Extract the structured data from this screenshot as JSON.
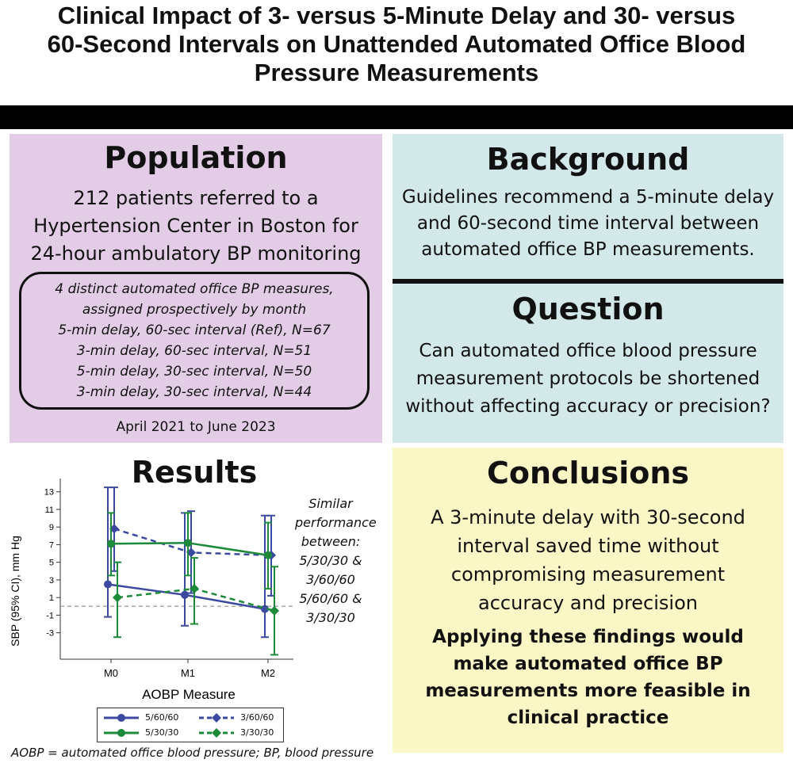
{
  "title": {
    "line1": "Clinical Impact of 3- versus 5-Minute Delay and 30- versus",
    "line2": "60-Second Intervals on Unattended Automated Office Blood",
    "line3": "Pressure Measurements"
  },
  "population": {
    "heading": "Population",
    "lines": [
      "212 patients referred to a",
      "Hypertension Center in Boston for",
      "24-hour ambulatory BP monitoring"
    ],
    "box_lines": [
      "4 distinct automated office BP measures,",
      "assigned prospectively by month",
      "5-min delay, 60-sec interval (Ref), N=67",
      "3-min delay, 60-sec interval, N=51",
      "5-min delay, 30-sec interval, N=50",
      "3-min delay, 30-sec interval, N=44"
    ],
    "dates": "April 2021 to June 2023"
  },
  "background": {
    "heading": "Background",
    "lines": [
      "Guidelines recommend a 5-minute delay",
      "and 60-second time interval between",
      "automated office BP measurements."
    ]
  },
  "question": {
    "heading": "Question",
    "lines": [
      "Can automated office blood pressure",
      "measurement protocols be shortened",
      "without affecting accuracy or precision?"
    ]
  },
  "conclusions": {
    "heading": "Conclusions",
    "lines": [
      "A 3-minute delay with 30-second",
      "interval saved time without",
      "compromising measurement",
      "accuracy and precision"
    ],
    "bold_lines": [
      "Applying these findings would",
      "make automated office BP",
      "measurements more feasible in",
      "clinical practice"
    ]
  },
  "results": {
    "heading": "Results",
    "similar": [
      "Similar",
      "performance",
      "between:",
      "",
      "5/30/30 &",
      "3/60/60",
      "",
      "5/60/60 &",
      "3/30/30"
    ]
  },
  "footnote": "AOBP = automated office blood pressure; BP, blood pressure",
  "chart_data": {
    "type": "line",
    "xlabel": "AOBP Measure",
    "ylabel": "SBP (95% CI), mm Hg",
    "categories": [
      "M0",
      "M1",
      "M2"
    ],
    "y_ticks": [
      13,
      11,
      9,
      7,
      5,
      3,
      1,
      -1,
      -3
    ],
    "ylim": [
      -6,
      14.5
    ],
    "reference_line": 0,
    "legend_placement": "bottom",
    "series": [
      {
        "name": "5/60/60",
        "color": "#3b4aa0",
        "dash": false,
        "marker": "circle",
        "values": [
          2.5,
          1.3,
          -0.3
        ],
        "lower": [
          -1.2,
          -2.2,
          -3.5
        ],
        "upper": [
          13.5,
          10.6,
          10.3
        ]
      },
      {
        "name": "3/60/60",
        "color": "#3b4aa0",
        "dash": true,
        "marker": "diamond",
        "values": [
          8.8,
          6.1,
          5.8
        ],
        "lower": [
          4.0,
          1.5,
          1.2
        ],
        "upper": [
          13.5,
          10.8,
          10.3
        ]
      },
      {
        "name": "5/30/30",
        "color": "#1d8a3a",
        "dash": false,
        "marker": "circle",
        "values": [
          7.1,
          7.2,
          5.8
        ],
        "lower": [
          3.5,
          3.5,
          2.0
        ],
        "upper": [
          10.6,
          10.6,
          9.5
        ]
      },
      {
        "name": "3/30/30",
        "color": "#1d8a3a",
        "dash": true,
        "marker": "diamond",
        "values": [
          1.0,
          2.0,
          -0.5
        ],
        "lower": [
          -3.5,
          -2.0,
          -5.5
        ],
        "upper": [
          5.0,
          5.5,
          4.5
        ]
      }
    ]
  }
}
